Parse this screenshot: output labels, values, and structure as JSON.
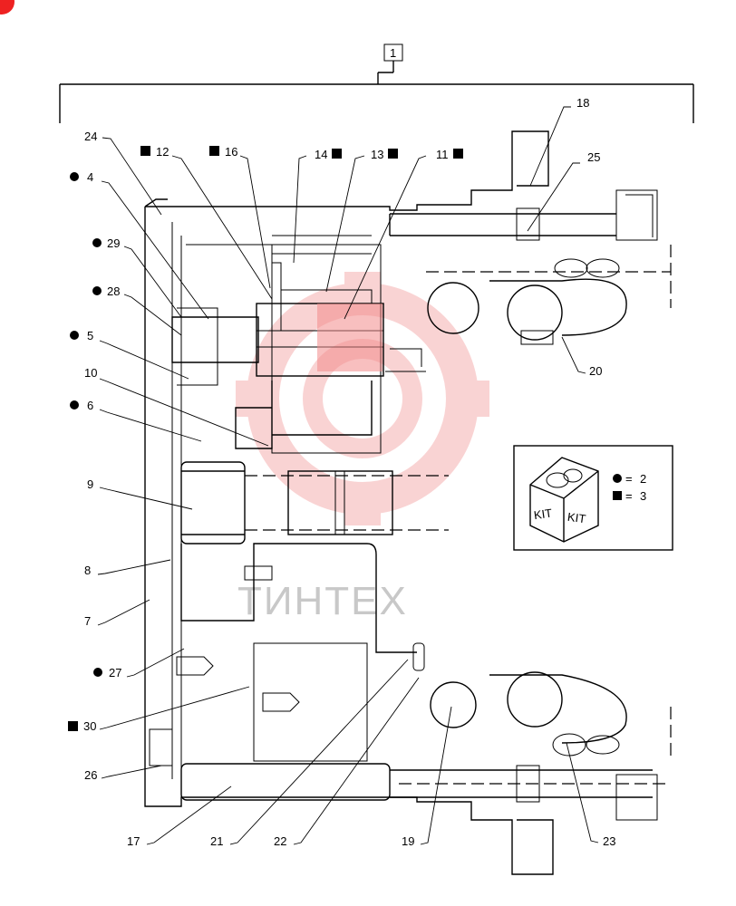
{
  "assembly_label": "1",
  "callouts": [
    {
      "id": "c24",
      "text": "24",
      "marker": ""
    },
    {
      "id": "c12",
      "text": "12",
      "marker": "square"
    },
    {
      "id": "c16",
      "text": "16",
      "marker": "square"
    },
    {
      "id": "c14",
      "text": "14",
      "marker": "square"
    },
    {
      "id": "c13",
      "text": "13",
      "marker": "square"
    },
    {
      "id": "c11",
      "text": "11",
      "marker": "square"
    },
    {
      "id": "c18",
      "text": "18",
      "marker": ""
    },
    {
      "id": "c25",
      "text": "25",
      "marker": ""
    },
    {
      "id": "c4",
      "text": "4",
      "marker": "dot"
    },
    {
      "id": "c29",
      "text": "29",
      "marker": "dot"
    },
    {
      "id": "c28",
      "text": "28",
      "marker": "dot"
    },
    {
      "id": "c5",
      "text": "5",
      "marker": "dot"
    },
    {
      "id": "c10",
      "text": "10",
      "marker": ""
    },
    {
      "id": "c6",
      "text": "6",
      "marker": "dot"
    },
    {
      "id": "c9",
      "text": "9",
      "marker": ""
    },
    {
      "id": "c8",
      "text": "8",
      "marker": ""
    },
    {
      "id": "c7",
      "text": "7",
      "marker": ""
    },
    {
      "id": "c27",
      "text": "27",
      "marker": "dot"
    },
    {
      "id": "c30",
      "text": "30",
      "marker": "square"
    },
    {
      "id": "c26",
      "text": "26",
      "marker": ""
    },
    {
      "id": "c17",
      "text": "17",
      "marker": ""
    },
    {
      "id": "c21",
      "text": "21",
      "marker": ""
    },
    {
      "id": "c22",
      "text": "22",
      "marker": ""
    },
    {
      "id": "c19",
      "text": "19",
      "marker": ""
    },
    {
      "id": "c23",
      "text": "23",
      "marker": ""
    },
    {
      "id": "c20",
      "text": "20",
      "marker": ""
    }
  ],
  "kit_legend": {
    "box_word": "KIT",
    "dot_value": "2",
    "square_value": "3",
    "equals": "="
  },
  "watermark": {
    "text": "ТИНТЕХ",
    "color": "#e83a3a"
  }
}
